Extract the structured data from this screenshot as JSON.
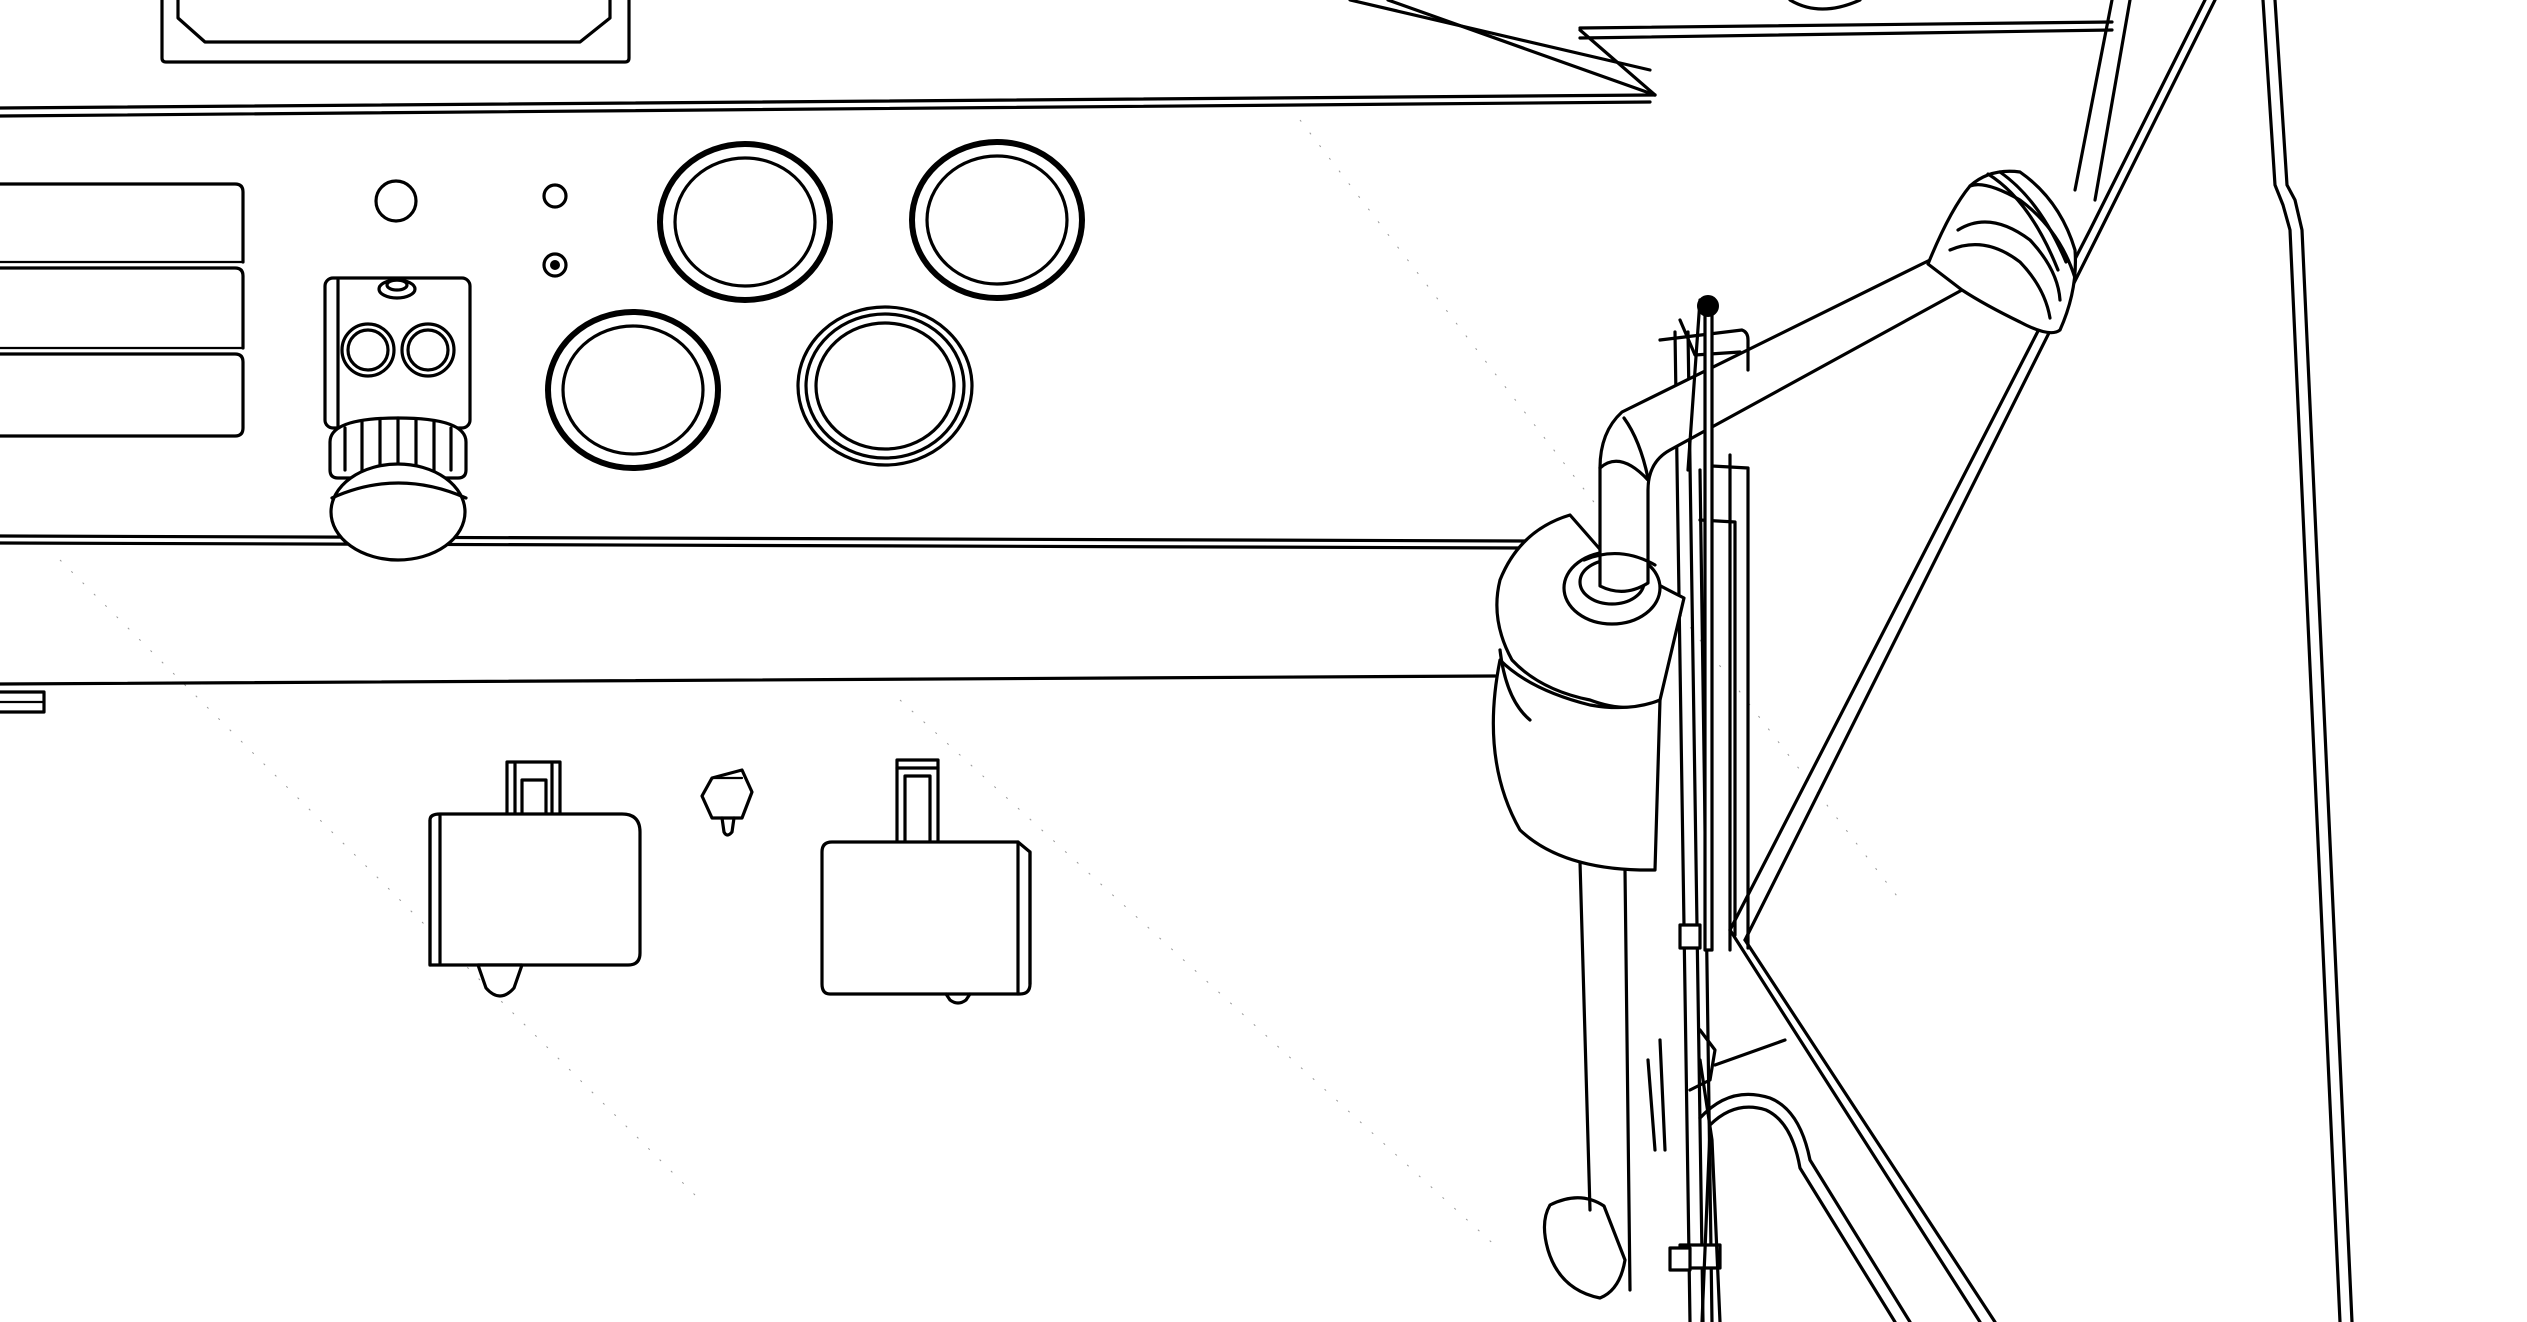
{
  "drawing": {
    "style": "black-and-white technical line drawing",
    "background": "#ffffff",
    "line_color": "#000000",
    "parts": [
      "top-panel-window",
      "upper-dashboard-panel",
      "left-rectangular-slots",
      "indicator-lights",
      "round-gauges",
      "rotary-switch-knob",
      "lower-dashboard-panel",
      "toggle-switch-left",
      "toggle-switch-right",
      "hex-nut",
      "gear-shift-lever",
      "lever-boot",
      "side-pillar",
      "door-frame"
    ]
  }
}
